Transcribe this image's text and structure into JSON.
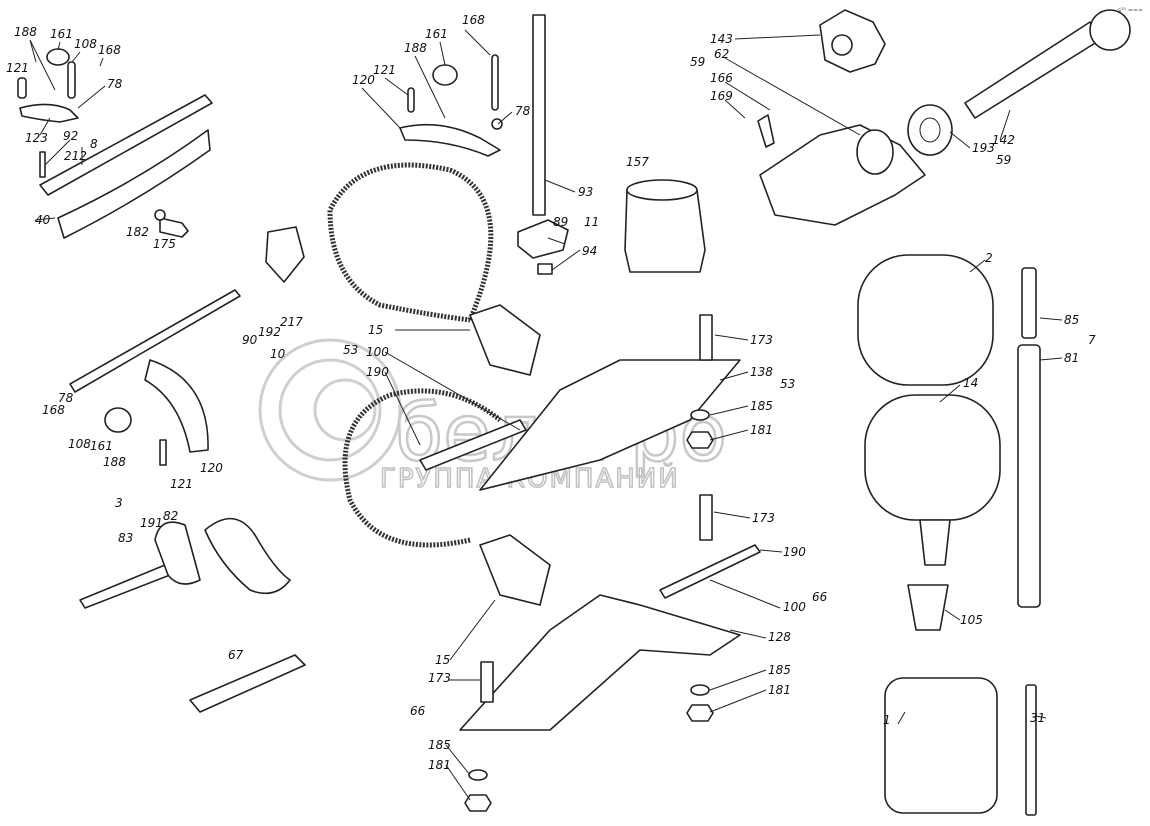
{
  "watermark": {
    "brand": "белагро",
    "subtitle": "ГРУППА КОМПАНИЙ"
  },
  "corner_mark": "s²⁵ ≈≈≈",
  "labels": {
    "tl": [
      "188",
      "161",
      "108",
      "168",
      "121",
      "78",
      "123",
      "92",
      "8",
      "212",
      "40",
      "182",
      "175"
    ],
    "tm": [
      "168",
      "161",
      "188",
      "121",
      "120",
      "78",
      "93",
      "89",
      "11",
      "94",
      "157"
    ],
    "tr": [
      "143",
      "62",
      "59",
      "166",
      "169",
      "193",
      "142",
      "59"
    ],
    "lm": [
      "90",
      "192",
      "217",
      "10",
      "78",
      "168",
      "108",
      "161",
      "188",
      "121",
      "120"
    ],
    "cm": [
      "15",
      "53",
      "100",
      "190",
      "173",
      "138",
      "53",
      "185",
      "181"
    ],
    "rt": [
      "2",
      "85",
      "7",
      "81",
      "14"
    ],
    "lo": [
      "3",
      "191",
      "82",
      "83",
      "173",
      "190",
      "100",
      "66",
      "128",
      "15",
      "173",
      "66",
      "185",
      "181",
      "185",
      "181",
      "67",
      "105",
      "1",
      "31"
    ]
  }
}
